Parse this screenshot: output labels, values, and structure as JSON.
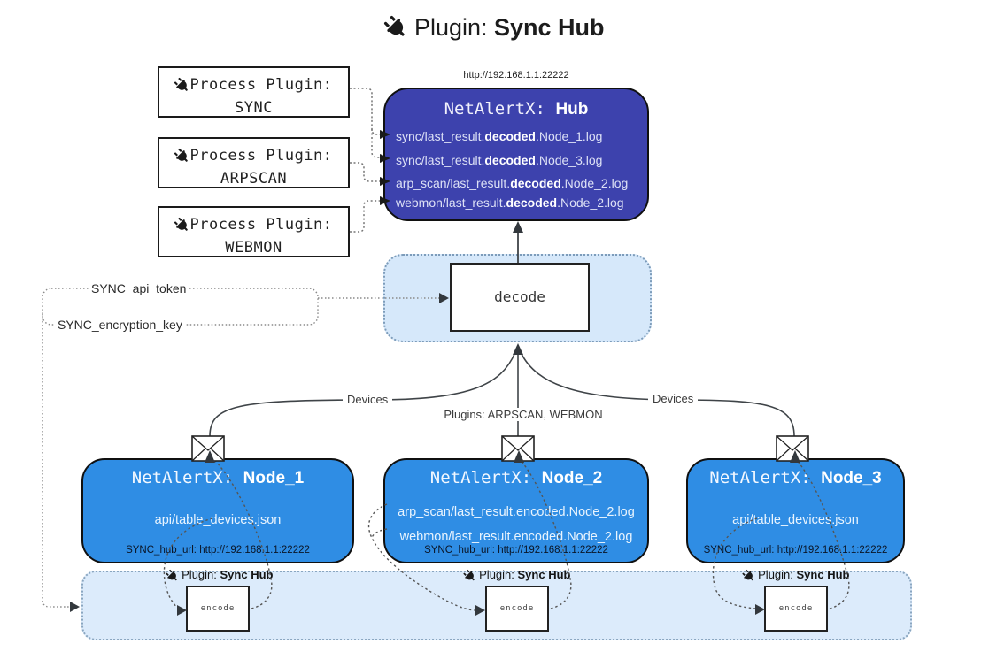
{
  "title": {
    "prefix": "Plugin: ",
    "name": "Sync Hub"
  },
  "colors": {
    "hub_bg": "#3d42ad",
    "node_bg": "#2f8de4",
    "decode_panel_bg": "#d6e8fa",
    "encode_panel_bg": "#dcebfb",
    "line": "#3f4448"
  },
  "process_plugins": [
    {
      "label": "Process Plugin:",
      "name": "SYNC"
    },
    {
      "label": "Process Plugin:",
      "name": "ARPSCAN"
    },
    {
      "label": "Process Plugin:",
      "name": "WEBMON"
    }
  ],
  "hub": {
    "url": "http://192.168.1.1:22222",
    "title_prefix": "NetAlertX: ",
    "title_name": "Hub",
    "logs": [
      {
        "pre": "sync/last_result.",
        "bold": "decoded",
        "post": ".Node_1.log"
      },
      {
        "pre": "sync/last_result.",
        "bold": "decoded",
        "post": ".Node_3.log"
      },
      {
        "pre": "arp_scan/last_result.",
        "bold": "decoded",
        "post": ".Node_2.log"
      },
      {
        "pre": "webmon/last_result.",
        "bold": "decoded",
        "post": ".Node_2.log"
      }
    ]
  },
  "decode": {
    "label": "decode"
  },
  "secrets": {
    "api_token": "SYNC_api_token",
    "encryption_key": "SYNC_encryption_key"
  },
  "edge_labels": {
    "devices_left": "Devices",
    "devices_right": "Devices",
    "plugins_mid": "Plugins: ARPSCAN, WEBMON"
  },
  "nodes": [
    {
      "title_prefix": "NetAlertX: ",
      "title_name": "Node_1",
      "lines": [
        "api/table_devices.json"
      ],
      "hub_url": "SYNC_hub_url: http://192.168.1.1:22222"
    },
    {
      "title_prefix": "NetAlertX: ",
      "title_name": "Node_2",
      "lines": [
        "arp_scan/last_result.encoded.Node_2.log",
        "webmon/last_result.encoded.Node_2.log"
      ],
      "hub_url": "SYNC_hub_url: http://192.168.1.1:22222"
    },
    {
      "title_prefix": "NetAlertX: ",
      "title_name": "Node_3",
      "lines": [
        "api/table_devices.json"
      ],
      "hub_url": "SYNC_hub_url: http://192.168.1.1:22222"
    }
  ],
  "encode_panel": {
    "plugin_label_prefix": "Plugin: ",
    "plugin_label_name": "Sync Hub",
    "encode_label": "encode"
  }
}
